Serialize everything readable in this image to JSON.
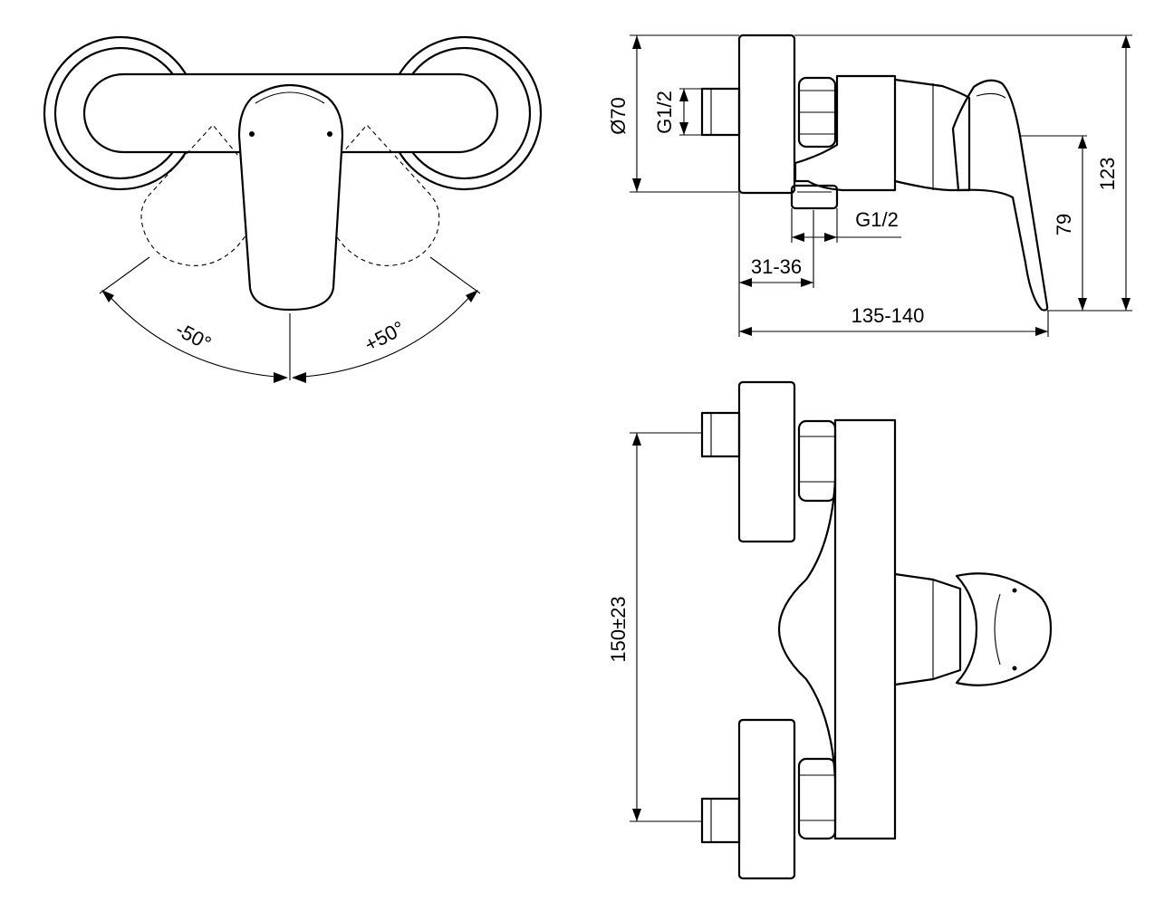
{
  "drawing": {
    "top_view": {
      "angle_left": "-50°",
      "angle_right": "+50°"
    },
    "side_view": {
      "diameter": "Ø70",
      "thread_inlet": "G1/2",
      "thread_outlet": "G1/2",
      "height_total": "123",
      "height_lever": "79",
      "eccentric_range": "31-36",
      "depth_range": "135-140"
    },
    "front_view": {
      "center_distance": "150±23"
    }
  }
}
